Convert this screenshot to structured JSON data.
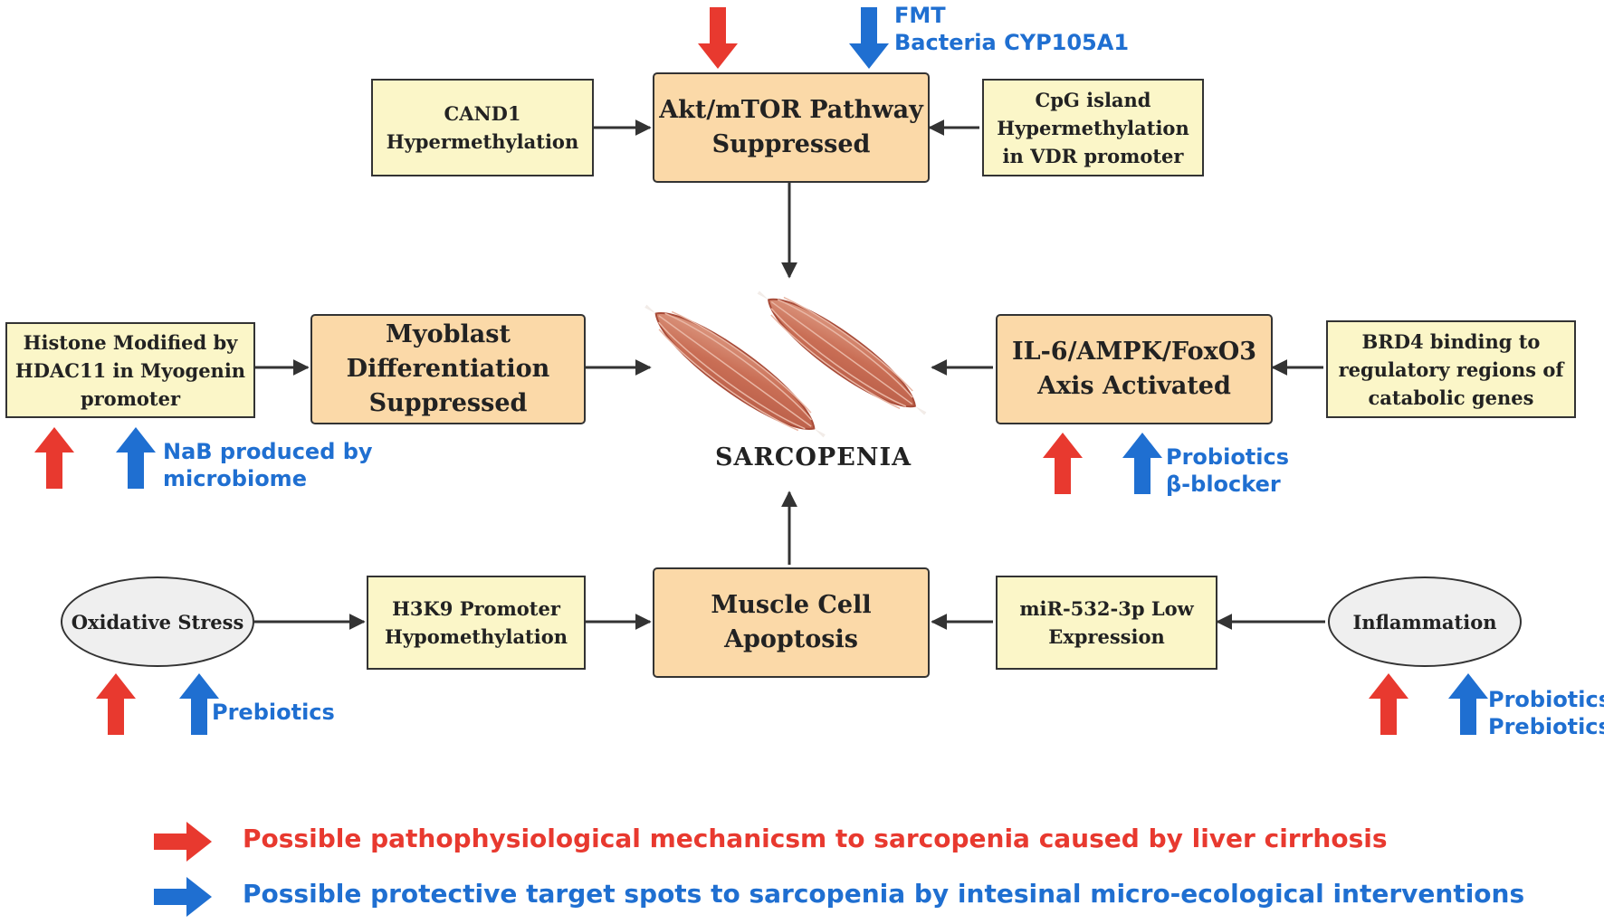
{
  "colors": {
    "red": "#e8392f",
    "blue": "#1f6fd1",
    "core_box_fill": "#fbd9a8",
    "light_box_fill": "#fbf6c8",
    "ellipse_fill": "#efefef"
  },
  "center": {
    "label": "SARCOPENIA"
  },
  "boxes": {
    "cand1": [
      "CAND1",
      "Hypermethylation"
    ],
    "akt": [
      "Akt/mTOR Pathway",
      "Suppressed"
    ],
    "cpg": [
      "CpG island",
      "Hypermethylation",
      "in VDR promoter"
    ],
    "histone": [
      "Histone Modified by",
      "HDAC11 in Myogenin",
      "promoter"
    ],
    "myoblast": [
      "Myoblast",
      "Differentiation",
      "Suppressed"
    ],
    "il6": [
      "IL-6/AMPK/FoxO3",
      "Axis Activated"
    ],
    "brd4": [
      "BRD4 binding to",
      "regulatory regions of",
      "catabolic genes"
    ],
    "h3k9": [
      "H3K9 Promoter",
      "Hypomethylation"
    ],
    "apoptosis": [
      "Muscle Cell",
      "Apoptosis"
    ],
    "mir": [
      "miR-532-3p Low",
      "Expression"
    ]
  },
  "ellipses": {
    "oxidative": "Oxidative Stress",
    "inflammation": "Inflammation"
  },
  "interventions": {
    "akt": [
      "FMT",
      "Bacteria CYP105A1"
    ],
    "histone": [
      "NaB produced by",
      "microbiome"
    ],
    "il6": [
      "Probiotics",
      "β-blocker"
    ],
    "oxidative": [
      "Prebiotics"
    ],
    "inflammation": [
      "Probiotics",
      "Prebiotics"
    ]
  },
  "legend": {
    "red_text": "Possible pathophysiological mechanicsm to sarcopenia caused by liver cirrhosis",
    "blue_text": "Possible protective target spots to sarcopenia by intesinal micro-ecological interventions"
  }
}
